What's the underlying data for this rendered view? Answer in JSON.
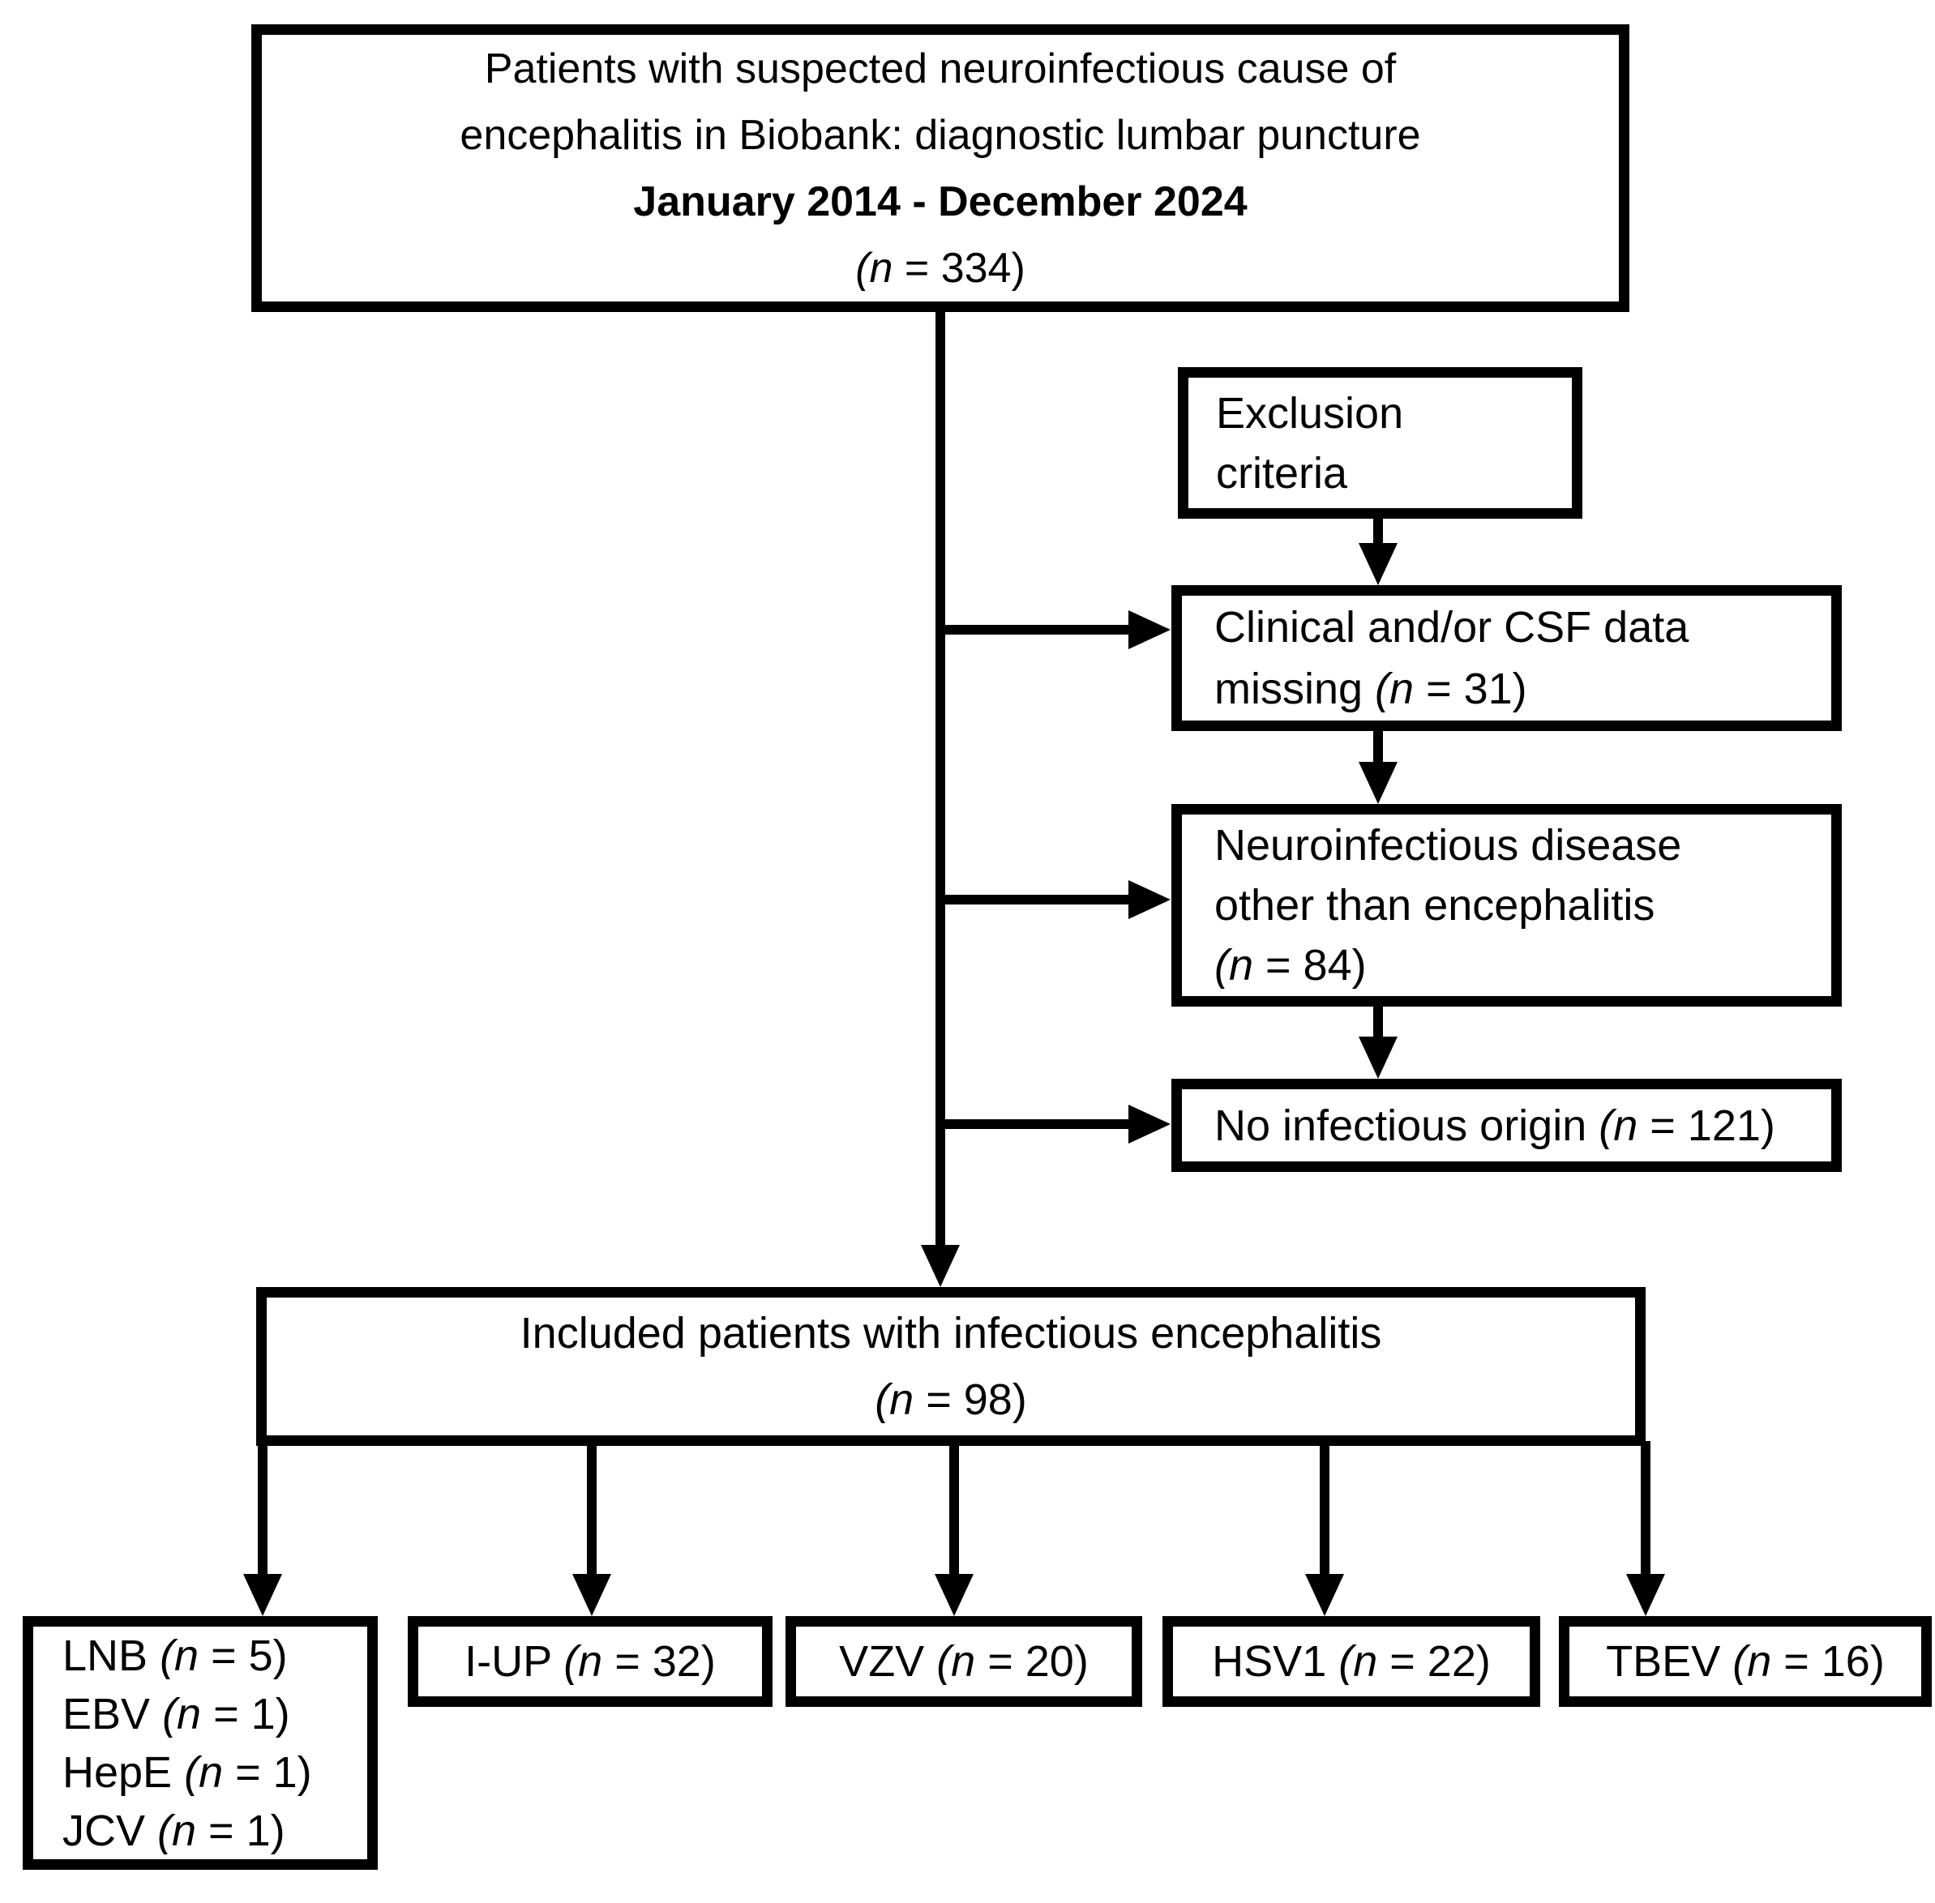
{
  "figure": {
    "title": "Patient inclusion flowchart",
    "colors": {
      "line": "#000000",
      "background": "#ffffff",
      "text": "#000000"
    },
    "top_box": {
      "lines": [
        [
          {
            "t": "Patients with suspected neuroinfectious cause of"
          }
        ],
        [
          {
            "t": "encephalitis in Biobank: diagnostic lumbar puncture"
          }
        ],
        [
          {
            "t": "January 2014 - December 2024",
            "b": 1
          }
        ],
        [
          {
            "t": "(n",
            "i": 1
          },
          {
            "t": " = 334)"
          }
        ]
      ],
      "n": 334
    },
    "exclusion_label_box": {
      "lines": [
        [
          {
            "t": "Exclusion"
          }
        ],
        [
          {
            "t": "criteria"
          }
        ]
      ]
    },
    "exclusion_boxes": [
      {
        "lines": [
          [
            {
              "t": "Clinical and/or CSF data"
            }
          ],
          [
            {
              "t": "missing "
            },
            {
              "t": "(n",
              "i": 1
            },
            {
              "t": " = 31)"
            }
          ]
        ],
        "n": 31
      },
      {
        "lines": [
          [
            {
              "t": "Neuroinfectious disease"
            }
          ],
          [
            {
              "t": "other than encephalitis"
            }
          ],
          [
            {
              "t": "(n",
              "i": 1
            },
            {
              "t": " = 84)"
            }
          ]
        ],
        "n": 84
      },
      {
        "lines": [
          [
            {
              "t": "No infectious origin "
            },
            {
              "t": "(n",
              "i": 1
            },
            {
              "t": " = 121)"
            }
          ]
        ],
        "n": 121
      }
    ],
    "included_box": {
      "lines": [
        [
          {
            "t": "Included patients with infectious encephalitis"
          }
        ],
        [
          {
            "t": "(n",
            "i": 1
          },
          {
            "t": " = 98)"
          }
        ]
      ],
      "n": 98
    },
    "outcome_boxes": [
      {
        "id": "lnb-group",
        "lines": [
          [
            {
              "t": "LNB "
            },
            {
              "t": "(n",
              "i": 1
            },
            {
              "t": " = 5)"
            }
          ],
          [
            {
              "t": "EBV "
            },
            {
              "t": "(n",
              "i": 1
            },
            {
              "t": " = 1)"
            }
          ],
          [
            {
              "t": "HepE "
            },
            {
              "t": "(n",
              "i": 1
            },
            {
              "t": " = 1)"
            }
          ],
          [
            {
              "t": "JCV "
            },
            {
              "t": "(n",
              "i": 1
            },
            {
              "t": " = 1)"
            }
          ]
        ],
        "counts": {
          "LNB": 5,
          "EBV": 1,
          "HepE": 1,
          "JCV": 1
        }
      },
      {
        "id": "iup",
        "lines": [
          [
            {
              "t": "I-UP "
            },
            {
              "t": "(n",
              "i": 1
            },
            {
              "t": " = 32)"
            }
          ]
        ],
        "counts": {
          "I-UP": 32
        }
      },
      {
        "id": "vzv",
        "lines": [
          [
            {
              "t": "VZV "
            },
            {
              "t": "(n",
              "i": 1
            },
            {
              "t": " = 20)"
            }
          ]
        ],
        "counts": {
          "VZV": 20
        }
      },
      {
        "id": "hsv1",
        "lines": [
          [
            {
              "t": "HSV1 "
            },
            {
              "t": "(n",
              "i": 1
            },
            {
              "t": " = 22)"
            }
          ]
        ],
        "counts": {
          "HSV1": 22
        }
      },
      {
        "id": "tbev",
        "lines": [
          [
            {
              "t": "TBEV "
            },
            {
              "t": "(n",
              "i": 1
            },
            {
              "t": " = 16)"
            }
          ]
        ],
        "counts": {
          "TBEV": 16
        }
      }
    ]
  }
}
